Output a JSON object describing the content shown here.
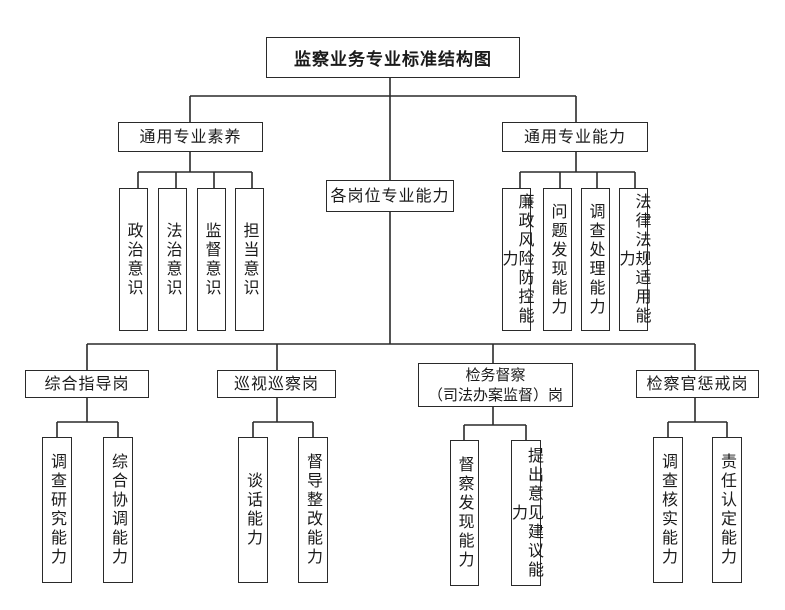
{
  "title": "监察业务专业标准结构图",
  "general_quality": {
    "label": "通用专业素养",
    "items": [
      "政治意识",
      "法治意识",
      "监督意识",
      "担当意识"
    ]
  },
  "post_ability": {
    "label": "各岗位专业能力"
  },
  "general_ability": {
    "label": "通用专业能力",
    "items": [
      "廉政风险防控能力",
      "问题发现能力",
      "调查处理能力",
      "法律法规适用能力"
    ]
  },
  "posts": [
    {
      "label": "综合指导岗",
      "items": [
        "调查研究能力",
        "综合协调能力"
      ]
    },
    {
      "label": "巡视巡察岗",
      "items": [
        "谈话能力",
        "督导整改能力"
      ]
    },
    {
      "label_line1": "检务督察",
      "label_line2": "（司法办案监督）岗",
      "items": [
        "督察发现能力",
        "提出意见建议能力"
      ]
    },
    {
      "label": "检察官惩戒岗",
      "items": [
        "调查核实能力",
        "责任认定能力"
      ]
    }
  ]
}
